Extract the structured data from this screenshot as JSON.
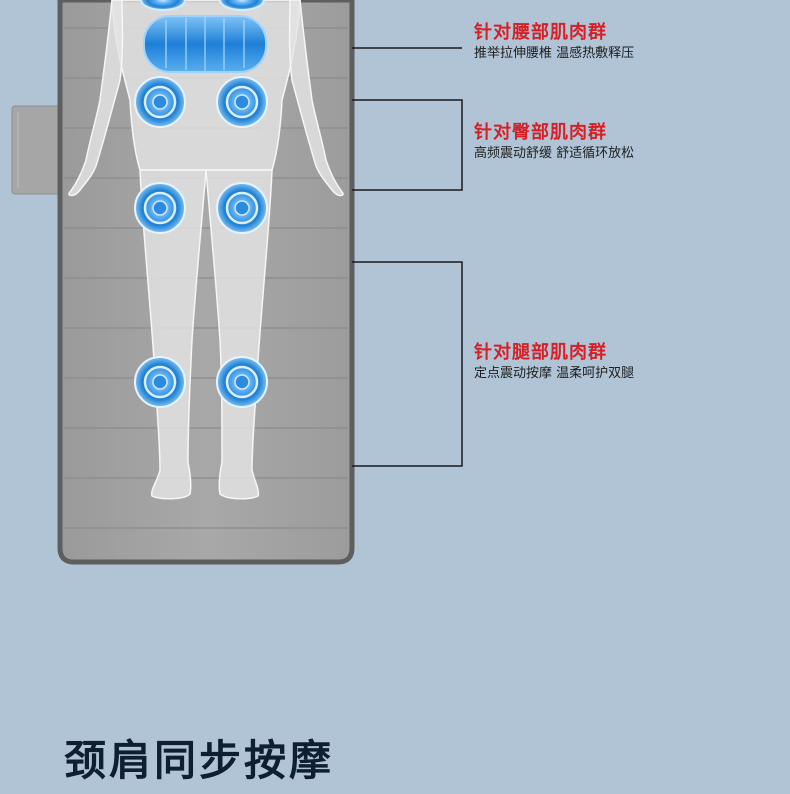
{
  "callouts": [
    {
      "title": "针对腰部肌肉群",
      "subtitle": "推举拉伸腰椎  温感热敷释压"
    },
    {
      "title": "针对臀部肌肉群",
      "subtitle": "高频震动舒缓  舒适循环放松"
    },
    {
      "title": "针对腿部肌肉群",
      "subtitle": "定点震动按摩  温柔呵护双腿"
    }
  ],
  "headline": "颈肩同步按摩",
  "colors": {
    "background": "#b0c4d6",
    "mat": "#a3a3a3",
    "mat_border": "#5e5e5e",
    "callout_title": "#d71f26",
    "massage_node": "#1f7fd1"
  }
}
